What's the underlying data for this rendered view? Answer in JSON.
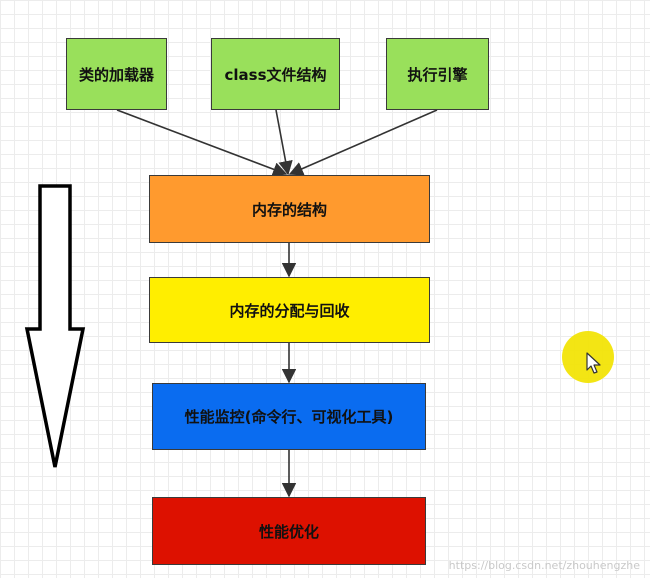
{
  "nodes": {
    "class_loader": {
      "label": "类的加载器",
      "color": "#99e05b"
    },
    "class_file": {
      "label": "class文件结构",
      "color": "#99e05b"
    },
    "exec_engine": {
      "label": "执行引擎",
      "color": "#99e05b"
    },
    "memory_structure": {
      "label": "内存的结构",
      "color": "#ff9a2e"
    },
    "memory_alloc": {
      "label": "内存的分配与回收",
      "color": "#ffee00"
    },
    "perf_monitor": {
      "label": "性能监控(命令行、可视化工具)",
      "color": "#0a6cf0"
    },
    "perf_opt": {
      "label": "性能优化",
      "color": "#dd1100"
    }
  },
  "edge_color": "#333333",
  "cursor_halo_color": "#f2e300",
  "watermark": "https://blog.csdn.net/zhouhengzhe"
}
